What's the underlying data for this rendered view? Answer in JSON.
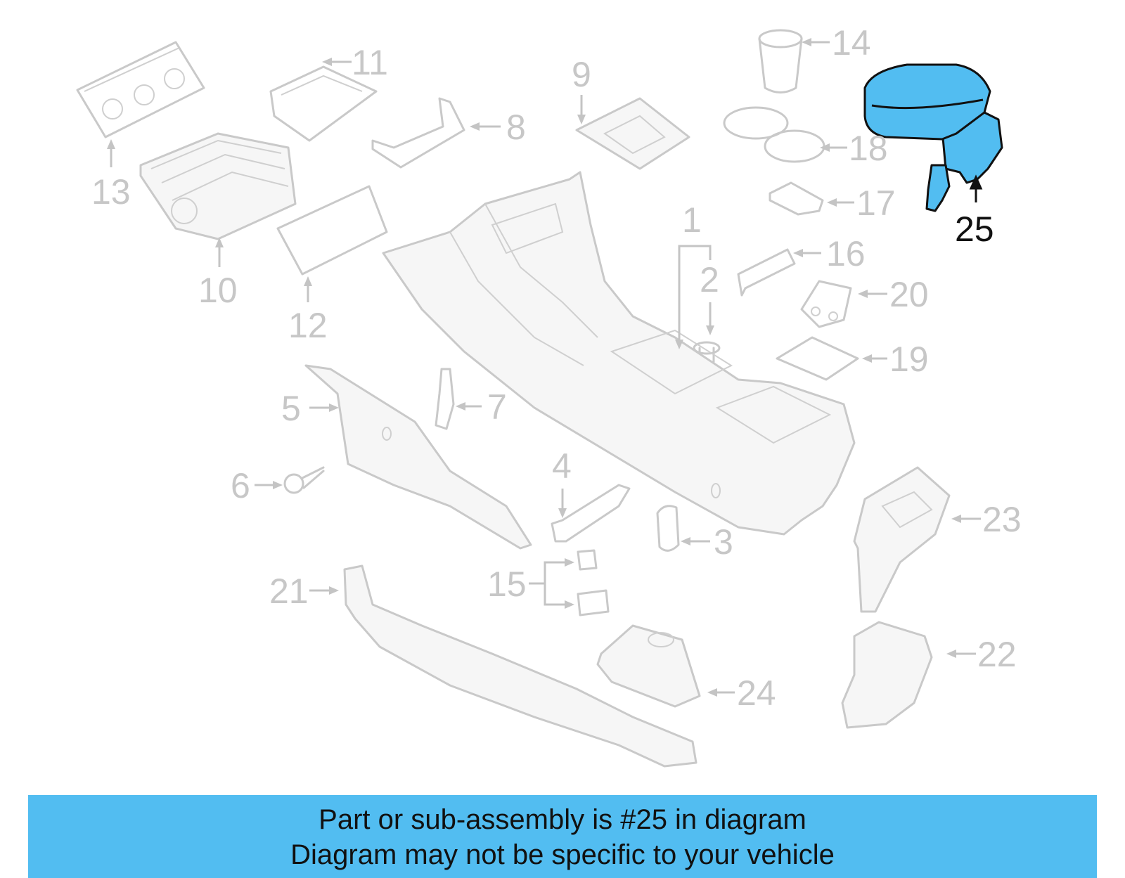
{
  "highlight_color": "#52bdf1",
  "callouts": {
    "c1": "1",
    "c2": "2",
    "c3": "3",
    "c4": "4",
    "c5": "5",
    "c6": "6",
    "c7": "7",
    "c8": "8",
    "c9": "9",
    "c10": "10",
    "c11": "11",
    "c12": "12",
    "c13": "13",
    "c14": "14",
    "c15": "15",
    "c16": "16",
    "c17": "17",
    "c18": "18",
    "c19": "19",
    "c20": "20",
    "c21": "21",
    "c22": "22",
    "c23": "23",
    "c24": "24",
    "c25": "25"
  },
  "banner": {
    "line1": "Part or sub-assembly is #25 in diagram",
    "line2": "Diagram may not be specific to your vehicle"
  }
}
